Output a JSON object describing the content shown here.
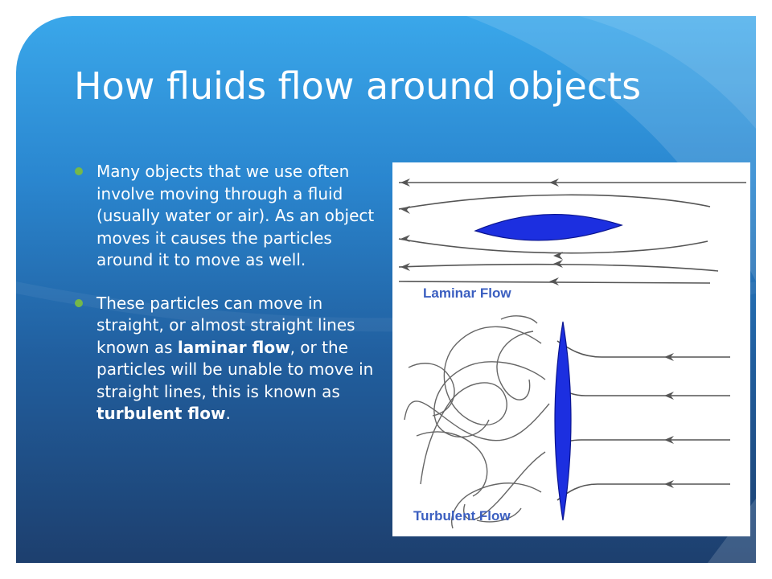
{
  "slide": {
    "title": "How fluids flow around objects",
    "bullets": [
      {
        "text": "Many objects that we use often involve moving through a fluid (usually water or air). As an object moves it causes the particles around it to move as well."
      },
      {
        "parts": [
          {
            "text": "These particles can move in straight, or almost straight lines known as ",
            "bold": false
          },
          {
            "text": "laminar flow",
            "bold": true
          },
          {
            "text": ", or the particles will be unable to move in straight lines, this is known as ",
            "bold": false
          },
          {
            "text": "turbulent flow",
            "bold": true
          },
          {
            "text": ".",
            "bold": false
          }
        ]
      }
    ]
  },
  "figure": {
    "laminar_label": "Laminar Flow",
    "turbulent_label": "Turbulent Flow"
  },
  "colors": {
    "background_top": "#3aa7ea",
    "background_bottom": "#1d3f6e",
    "bullet": "#74b84a",
    "object_fill": "#1c2fe0",
    "label_text": "#3a5ec0"
  }
}
